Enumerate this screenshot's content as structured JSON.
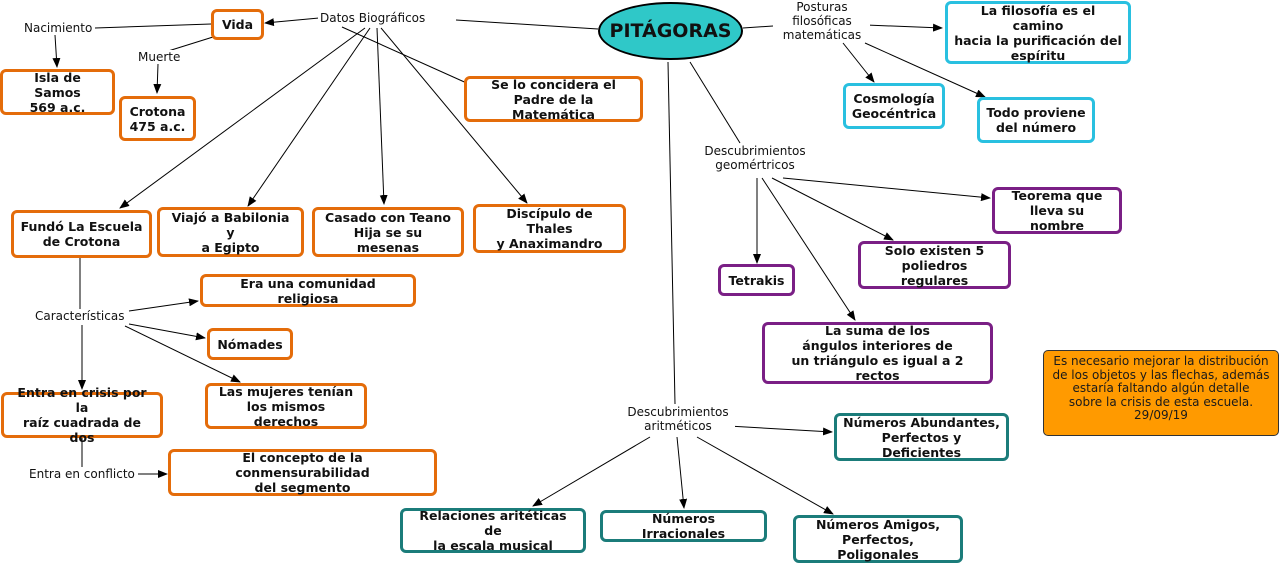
{
  "title": "PITÁGORAS",
  "labels": {
    "datos_biograficos": "Datos Biográficos",
    "nacimiento": "Nacimiento",
    "muerte": "Muerte",
    "caracteristicas": "Características",
    "entra_en_conflicto": "Entra en conflicto",
    "posturas": "Posturas\nfilosóficas\nmatemáticas",
    "desc_geometricos": "Descubrimientos\ngeomértricos",
    "desc_aritmeticos": "Descubrimientos\naritméticos"
  },
  "nodes": {
    "vida": "Vida",
    "isla_samos": "Isla de Samos\n569 a.c.",
    "crotona": "Crotona\n475 a.c.",
    "padre_matematica": "Se lo concidera el\nPadre de la Matemática",
    "fundo_escuela": "Fundó La Escuela\nde Crotona",
    "viajo": "Viajó a Babilonia y\na Egipto",
    "casado": "Casado con Teano\nHija se su mesenas",
    "discipulo": "Discípulo de Thales\ny Anaximandro",
    "comunidad_religiosa": "Era una comunidad religiosa",
    "nomades": "Nómades",
    "mujeres": "Las mujeres tenían\nlos mismos derechos",
    "crisis": "Entra en crisis por la\nraíz cuadrada de dos",
    "conmensurabilidad": "El concepto de la conmensurabilidad\ndel segmento",
    "filosofia": "La filosofía es el camino\nhacia la purificación del\nespíritu",
    "cosmologia": "Cosmología\nGeocéntrica",
    "todo_numero": "Todo proviene\ndel número",
    "teorema": "Teorema que\nlleva su nombre",
    "poliedros": "Solo existen 5\npoliedros regulares",
    "tetrakis": "Tetrakis",
    "suma_angulos": "La suma de los\nángulos interiores de\nun triángulo es igual a 2 rectos",
    "abundantes": "Números Abundantes,\nPerfectos y Deficientes",
    "relaciones": "Relaciones aritéticas de\nla escala musical",
    "irracionales": "Números Irracionales",
    "amigos": "Números Amigos,\nPerfectos, Poligonales"
  },
  "note": "Es necesario mejorar la distribución\nde los objetos y las flechas, además\nestaría faltando algún detalle\nsobre la crisis de esta escuela.\n29/09/19",
  "colors": {
    "main_fill": "#2fc8c8",
    "orange_border": "#e46c0a",
    "cyan_border": "#29c0e0",
    "purple_border": "#7a1f85",
    "teal_border": "#1b7c7a",
    "note_fill": "#ff9a00"
  }
}
